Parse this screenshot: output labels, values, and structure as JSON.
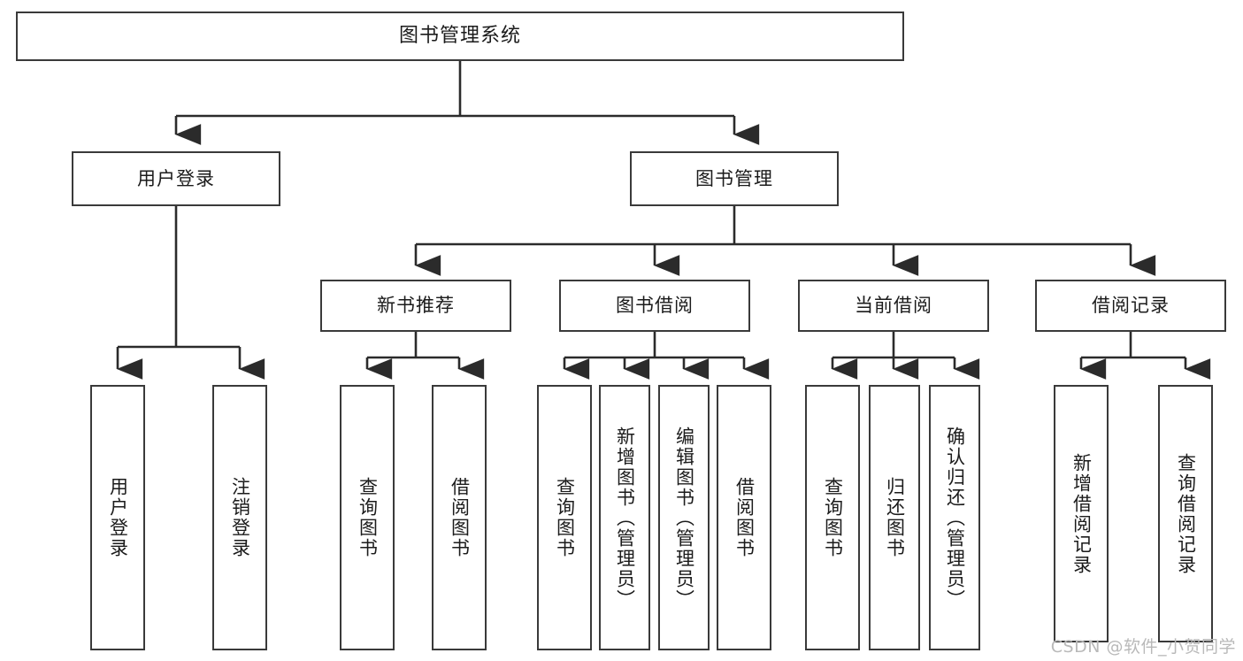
{
  "diagram": {
    "title": "图书管理系统",
    "watermark": "CSDN @软件_小贺同学",
    "colors": {
      "background": "#ffffff",
      "box_border": "#3a3a3a",
      "box_fill": "#ffffff",
      "edge": "#2b2b2b",
      "text": "#1b1b1b",
      "watermark": "#b9b9b9"
    },
    "nodes": {
      "root": {
        "label": "图书管理系统"
      },
      "level2": [
        {
          "id": "user-login",
          "label": "用户登录"
        },
        {
          "id": "book-management",
          "label": "图书管理"
        }
      ],
      "level3": [
        {
          "id": "new-book-recommend",
          "label": "新书推荐"
        },
        {
          "id": "book-borrow",
          "label": "图书借阅"
        },
        {
          "id": "current-borrow",
          "label": "当前借阅"
        },
        {
          "id": "borrow-record",
          "label": "借阅记录"
        }
      ],
      "leaves": {
        "user_login": [
          {
            "id": "leaf-user-login",
            "label": "用户登录"
          },
          {
            "id": "leaf-logout-login",
            "label": "注销登录"
          }
        ],
        "new_book_recommend": [
          {
            "id": "leaf-query-book-1",
            "label": "查询图书"
          },
          {
            "id": "leaf-borrow-book-1",
            "label": "借阅图书"
          }
        ],
        "book_borrow": [
          {
            "id": "leaf-query-book-2",
            "label": "查询图书"
          },
          {
            "id": "leaf-add-book",
            "label": "新增图书（管理员）"
          },
          {
            "id": "leaf-edit-book",
            "label": "编辑图书（管理员）"
          },
          {
            "id": "leaf-borrow-book-2",
            "label": "借阅图书"
          }
        ],
        "current_borrow": [
          {
            "id": "leaf-query-book-3",
            "label": "查询图书"
          },
          {
            "id": "leaf-return-book",
            "label": "归还图书"
          },
          {
            "id": "leaf-confirm-return",
            "label": "确认归还（管理员）"
          }
        ],
        "borrow_record": [
          {
            "id": "leaf-add-record",
            "label": "新增借阅记录"
          },
          {
            "id": "leaf-query-record",
            "label": "查询借阅记录"
          }
        ]
      }
    }
  }
}
